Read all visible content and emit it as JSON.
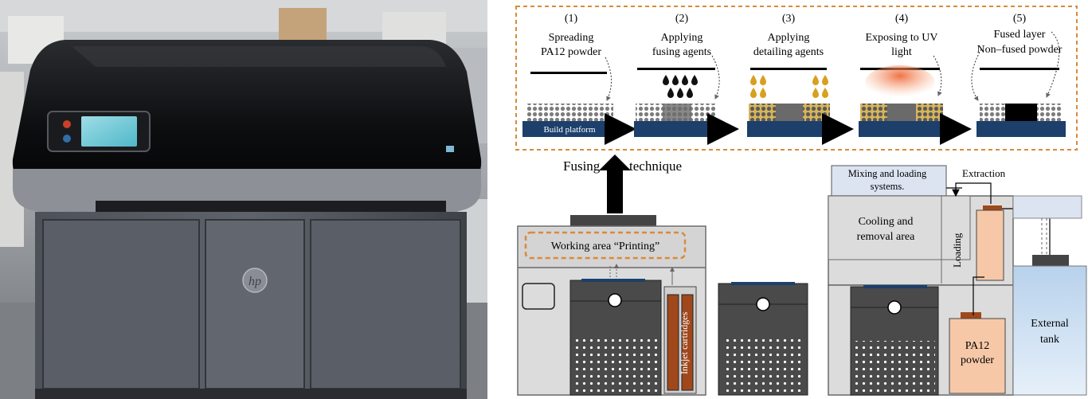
{
  "printer_photo": {
    "brand_logo": "hp"
  },
  "colors": {
    "dashed_frame": "#D98A3A",
    "platform_blue": "#1C3F6B",
    "agent_gold": "#D8A020",
    "cartridge_brown": "#A0481C",
    "uv_glow": "#F29060",
    "powder_bottle": "#F6C8A8",
    "tank_blue": "#D0E4F6",
    "machine_gray": "#DCDCDC",
    "bin_dark": "#4A4A4A"
  },
  "process_steps": [
    {
      "number": "(1)",
      "line1": "Spreading",
      "line2": "PA12 powder"
    },
    {
      "number": "(2)",
      "line1": "Applying",
      "line2": "fusing agents"
    },
    {
      "number": "(3)",
      "line1": "Applying",
      "line2": "detailing agents"
    },
    {
      "number": "(4)",
      "line1": "Exposing to UV",
      "line2": "light"
    },
    {
      "number": "(5)",
      "line1": "Fused layer",
      "line2": "Non–fused powder"
    }
  ],
  "build_platform_label": "Build platform",
  "fusing_label": {
    "word1": "Fusing",
    "word2": "technique"
  },
  "working_area_label": "Working area “Printing”",
  "inkjet_label": "Inkjet cartridges",
  "processing_station": {
    "mixing_line1": "Mixing and loading",
    "mixing_line2": "systems.",
    "extraction": "Extraction",
    "cooling_line1": "Cooling and",
    "cooling_line2": "removal area",
    "loading": "Loading",
    "powder_line1": "PA12",
    "powder_line2": "powder",
    "tank_line1": "External",
    "tank_line2": "tank"
  }
}
